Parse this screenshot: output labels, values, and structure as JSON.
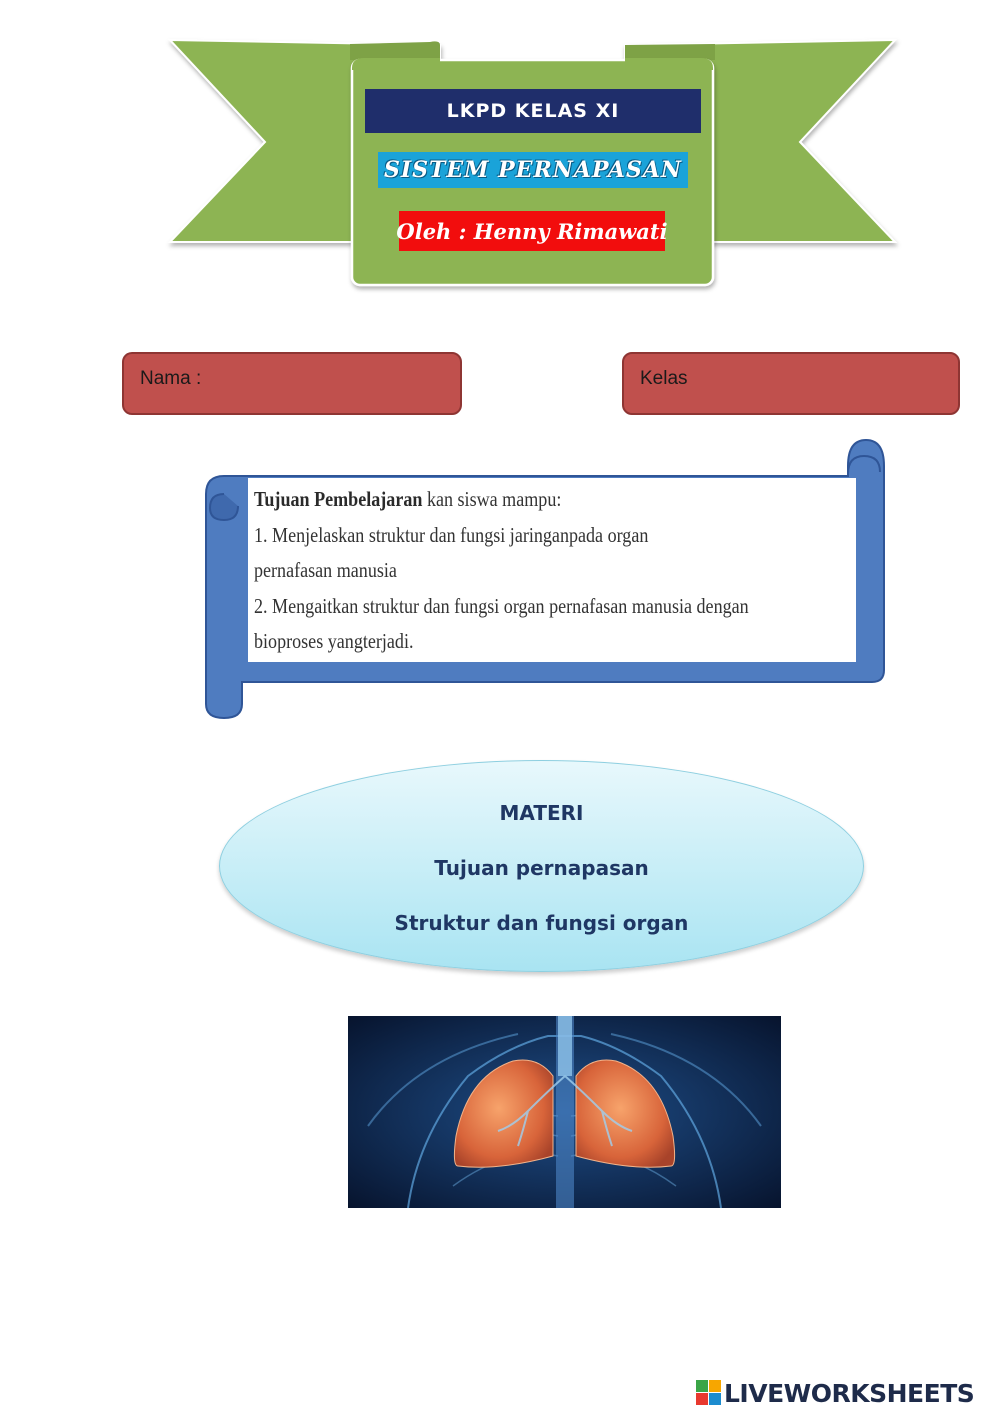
{
  "banner": {
    "title": "LKPD KELAS XI",
    "subject": "SISTEM PERNAPASAN",
    "author": "Oleh : Henny Rimawati"
  },
  "fields": {
    "nama_label": "Nama :",
    "kelas_label": "Kelas"
  },
  "objectives": {
    "lead": "Tujuan Pembelajaran",
    "intro": " kan siswa mampu:",
    "line1": "1. Menjelaskan struktur dan fungsi jaringanpada organ",
    "line2": "pernafasan manusia",
    "line3": "2. Mengaitkan struktur dan fungsi organ pernafasan manusia dengan",
    "line4": "bioproses yangterjadi."
  },
  "materi": {
    "heading": "MATERI",
    "item1": "Tujuan pernapasan",
    "item2": "Struktur dan fungsi  organ"
  },
  "footer": {
    "brand": "LIVEWORKSHEETS"
  },
  "colors": {
    "banner_green": "#8db452",
    "title_bg": "#1f2e6b",
    "subject_bg": "#1aa3d9",
    "author_bg": "#f20d0d",
    "field_red": "#c0504d",
    "scroll_blue": "#4f7cc0"
  }
}
